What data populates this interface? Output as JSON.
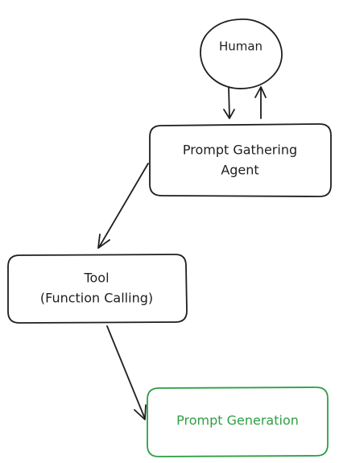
{
  "nodes": {
    "human": {
      "label": "Human"
    },
    "prompt_gathering_agent": {
      "label_line1": "Prompt Gathering",
      "label_line2": "Agent"
    },
    "tool": {
      "label_line1": "Tool",
      "label_line2": "(Function Calling)"
    },
    "prompt_generation": {
      "label": "Prompt Generation"
    }
  },
  "colors": {
    "stroke": "#1e1e1e",
    "highlight": "#2f9e44",
    "background": "#ffffff"
  }
}
